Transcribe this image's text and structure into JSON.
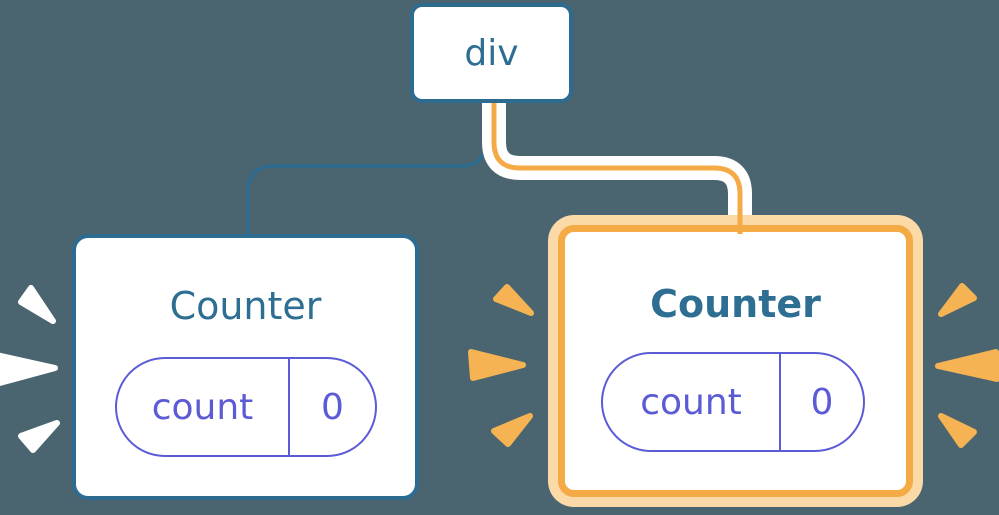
{
  "theme": {
    "background": "#4B6570",
    "node_fill": "#FFFFFF",
    "node_border_blue": "#2E6B90",
    "node_text_blue": "#2E6E93",
    "state_purple": "#5B5BD6",
    "highlight_orange": "#F5AB45",
    "highlight_orange_light": "#FBDAA8",
    "burst_orange": "#F6B353",
    "burst_white": "#FFFFFF"
  },
  "tree": {
    "root": {
      "label": "div"
    },
    "children": [
      {
        "title": "Counter",
        "state_key": "count",
        "state_value": "0",
        "highlighted": false
      },
      {
        "title": "Counter",
        "state_key": "count",
        "state_value": "0",
        "highlighted": true
      }
    ]
  }
}
